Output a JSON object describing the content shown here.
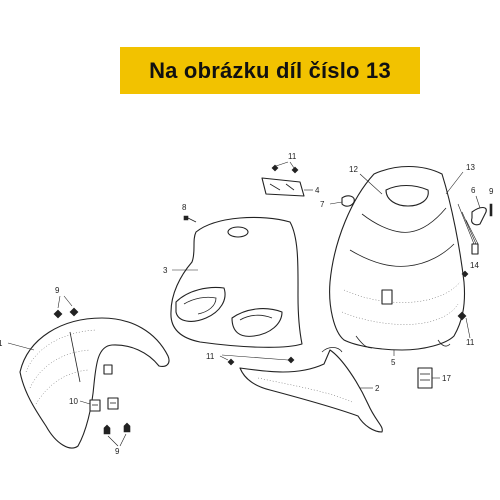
{
  "banner": {
    "text": "Na obrázku díl číslo 13"
  },
  "callouts": {
    "c1": "1",
    "c2": "2",
    "c3": "3",
    "c4": "4",
    "c5": "5",
    "c6": "6",
    "c7": "7",
    "c8": "8",
    "c9a": "9",
    "c9b": "9",
    "c9c": "9",
    "c10": "10",
    "c11a": "11",
    "c11b": "11",
    "c11c": "11",
    "c12": "12",
    "c13": "13",
    "c14": "14",
    "c17": "17"
  },
  "colors": {
    "banner_bg": "#f2c200",
    "line": "#222222"
  }
}
